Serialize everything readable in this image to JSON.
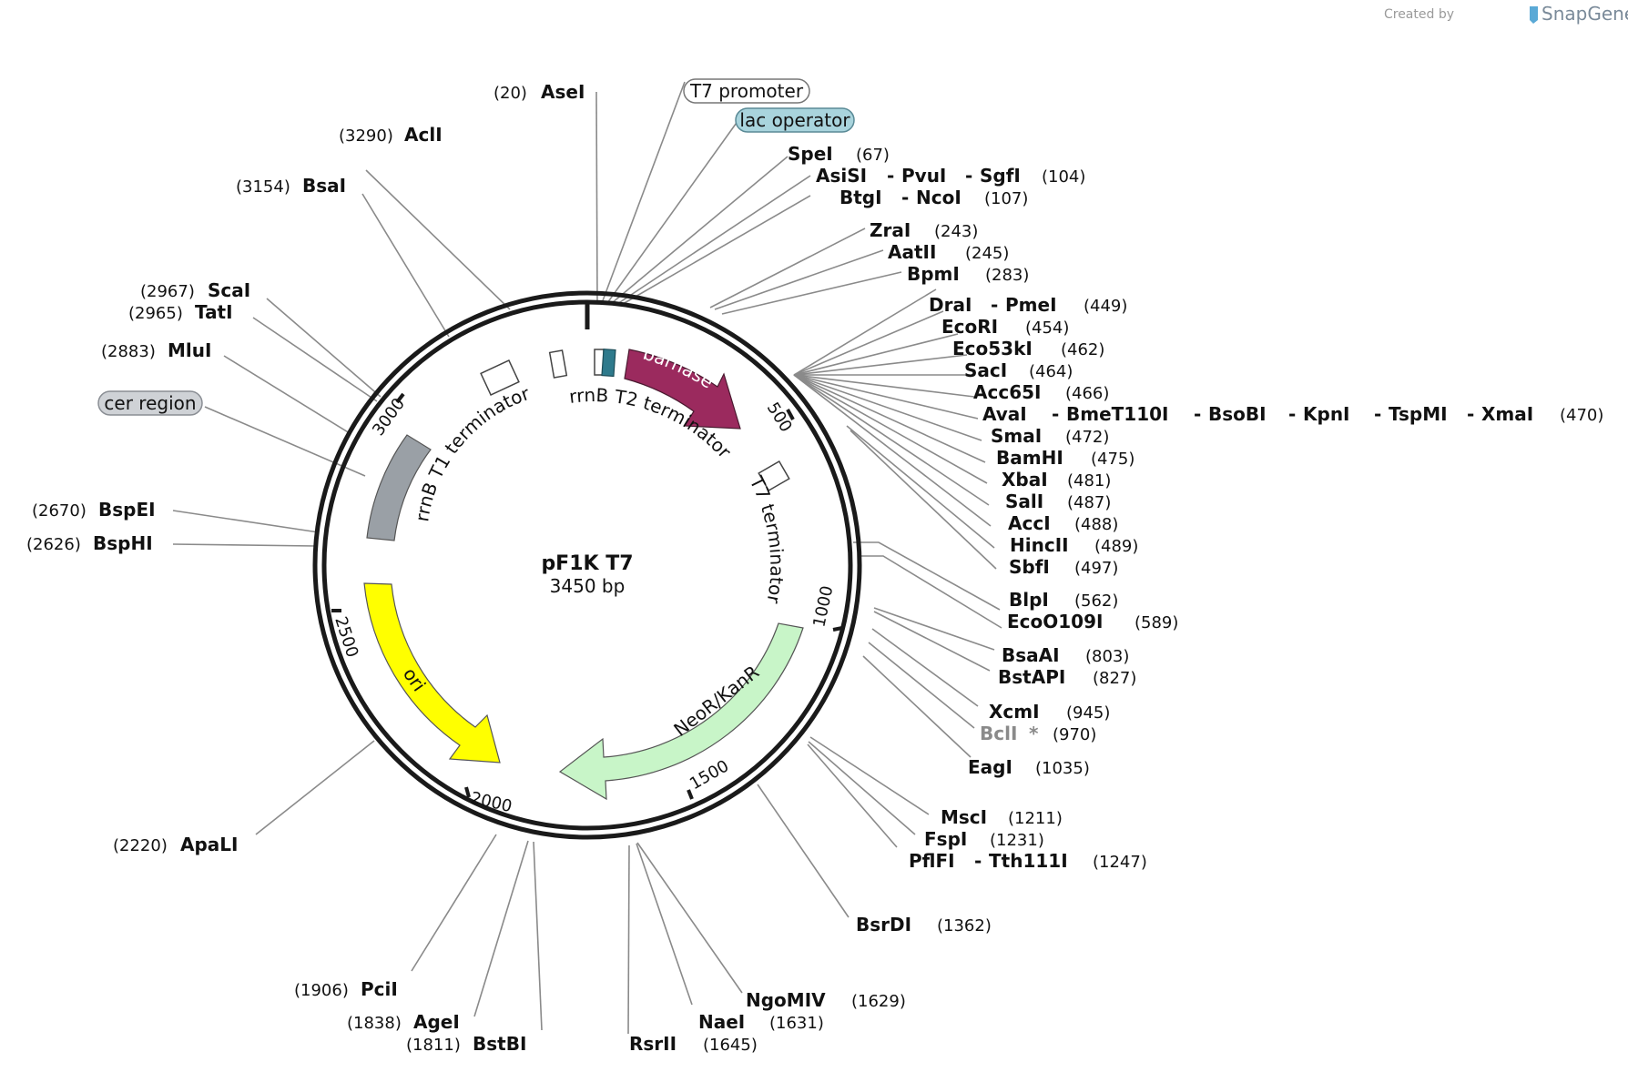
{
  "credit": {
    "created_by": "Created by",
    "brand": "SnapGene"
  },
  "plasmid": {
    "name": "pF1K T7",
    "size": "3450 bp"
  },
  "ticks": [
    "500",
    "1000",
    "1500",
    "2000",
    "2500",
    "3000"
  ],
  "feature_labels": {
    "t7_promoter": "T7 promoter",
    "lac_operator": "lac operator",
    "cer_region": "cer region",
    "barnase": "barnase",
    "rrnb_t2": "rrnB T2 terminator",
    "rrnb_t1": "rrnB T1 terminator",
    "t7_terminator": "T7 terminator",
    "neor_kanr": "NeoR/KanR",
    "ori": "ori"
  },
  "colors": {
    "barnase": "#9b2a5e",
    "lac_operator": "#2e7a8c",
    "lac_operator_label_bg": "#a9d4dd",
    "cer_region": "#9aa0a6",
    "neor_kanr": "#c8f5c8",
    "ori": "#ffff00",
    "backbone": "#1a1a1a"
  },
  "sites": {
    "asei": {
      "pos": "(20)",
      "name": "AseI"
    },
    "acli": {
      "pos": "(3290)",
      "name": "AclI"
    },
    "bsai": {
      "pos": "(3154)",
      "name": "BsaI"
    },
    "scai": {
      "pos": "(2967)",
      "name": "ScaI"
    },
    "tati": {
      "pos": "(2965)",
      "name": "TatI"
    },
    "mlui": {
      "pos": "(2883)",
      "name": "MluI"
    },
    "bspei": {
      "pos": "(2670)",
      "name": "BspEI"
    },
    "bsphi": {
      "pos": "(2626)",
      "name": "BspHI"
    },
    "apali": {
      "pos": "(2220)",
      "name": "ApaLI"
    },
    "pcii": {
      "pos": "(1906)",
      "name": "PciI"
    },
    "agei": {
      "pos": "(1838)",
      "name": "AgeI"
    },
    "bstbi": {
      "pos": "(1811)",
      "name": "BstBI"
    },
    "rsrii": {
      "name": "RsrII",
      "pos": "(1645)"
    },
    "naei": {
      "name": "NaeI",
      "pos": "(1631)"
    },
    "ngomiv": {
      "name": "NgoMIV",
      "pos": "(1629)"
    },
    "bsrdi": {
      "name": "BsrDI",
      "pos": "(1362)"
    },
    "pflfi": {
      "name": "PflFI",
      "name2": "Tth111I",
      "pos": "(1247)"
    },
    "fspi": {
      "name": "FspI",
      "pos": "(1231)"
    },
    "msci": {
      "name": "MscI",
      "pos": "(1211)"
    },
    "eagi": {
      "name": "EagI",
      "pos": "(1035)"
    },
    "bcli": {
      "name": "BclI",
      "mark": "*",
      "pos": "(970)"
    },
    "xcmi": {
      "name": "XcmI",
      "pos": "(945)"
    },
    "bstapi": {
      "name": "BstAPI",
      "pos": "(827)"
    },
    "bsaai": {
      "name": "BsaAI",
      "pos": "(803)"
    },
    "eco0109i": {
      "name": "EcoO109I",
      "pos": "(589)"
    },
    "blpi": {
      "name": "BlpI",
      "pos": "(562)"
    },
    "sbfi": {
      "name": "SbfI",
      "pos": "(497)"
    },
    "hincii": {
      "name": "HincII",
      "pos": "(489)"
    },
    "acci": {
      "name": "AccI",
      "pos": "(488)"
    },
    "sali": {
      "name": "SalI",
      "pos": "(487)"
    },
    "xbai": {
      "name": "XbaI",
      "pos": "(481)"
    },
    "bamhi": {
      "name": "BamHI",
      "pos": "(475)"
    },
    "smai": {
      "name": "SmaI",
      "pos": "(472)"
    },
    "avai": {
      "name": "AvaI",
      "n2": "BmeT110I",
      "n3": "BsoBI",
      "n4": "KpnI",
      "n5": "TspMI",
      "n6": "XmaI",
      "pos": "(470)"
    },
    "acc65i": {
      "name": "Acc65I",
      "pos": "(466)"
    },
    "saci": {
      "name": "SacI",
      "pos": "(464)"
    },
    "eco53ki": {
      "name": "Eco53kI",
      "pos": "(462)"
    },
    "ecori": {
      "name": "EcoRI",
      "pos": "(454)"
    },
    "drai": {
      "name": "DraI",
      "name2": "PmeI",
      "pos": "(449)"
    },
    "bpmi": {
      "name": "BpmI",
      "pos": "(283)"
    },
    "aatii": {
      "name": "AatII",
      "pos": "(245)"
    },
    "zrai": {
      "name": "ZraI",
      "pos": "(243)"
    },
    "btgi": {
      "name": "BtgI",
      "name2": "NcoI",
      "pos": "(107)"
    },
    "asisi": {
      "name": "AsiSI",
      "name2": "PvuI",
      "name3": "SgfI",
      "pos": "(104)"
    },
    "spei": {
      "name": "SpeI",
      "pos": "(67)"
    }
  }
}
